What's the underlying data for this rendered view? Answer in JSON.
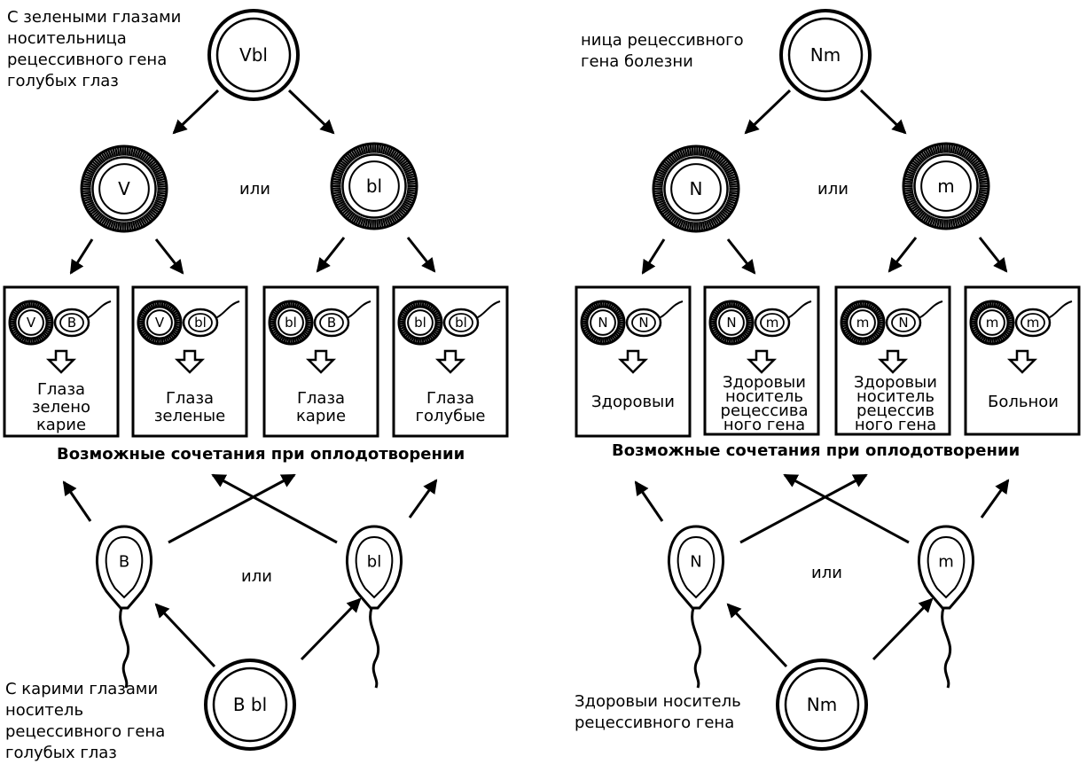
{
  "left": {
    "mother_label": "С зелеными глазами\nноситeльница\nрецессивного гена\nголубых глаз",
    "mother_genotype": "Vbl",
    "egg_a": "V",
    "egg_b": "bl",
    "or_top": "или",
    "or_bottom": "или",
    "sperm_a": "B",
    "sperm_b": "bl",
    "father_genotype": "B bl",
    "father_label": "С карими глазами\nноситель\nрецессивного гена\nголубых  глаз",
    "combinations_label": "Возможные сочетания при оплодотворении",
    "boxes": [
      {
        "egg": "V",
        "sperm": "B",
        "result": "Глаза\nзелено\nкарие"
      },
      {
        "egg": "V",
        "sperm": "bl",
        "result": "Глаза\nзеленые"
      },
      {
        "egg": "bl",
        "sperm": "B",
        "result": "Глаза\nкарие"
      },
      {
        "egg": "bl",
        "sperm": "bl",
        "result": "Глаза\nголубые"
      }
    ]
  },
  "right": {
    "mother_label": "ница рецессивного\nгена болезни",
    "mother_genotype": "Nm",
    "egg_a": "N",
    "egg_b": "m",
    "or_top": "или",
    "or_bottom": "или",
    "sperm_a": "N",
    "sperm_b": "m",
    "father_genotype": "Nm",
    "father_label": "Здоровыи носитель\nрецессивного гена",
    "combinations_label": "Возможные сочетания при оплодотворении",
    "boxes": [
      {
        "egg": "N",
        "sperm": "N",
        "result": "Здоровыи"
      },
      {
        "egg": "N",
        "sperm": "m",
        "result": "Здоровыи\nноситель\nрецессива\nного гена"
      },
      {
        "egg": "m",
        "sperm": "N",
        "result": "Здоровыи\nноситель\nрецессив\nного гена"
      },
      {
        "egg": "m",
        "sperm": "m",
        "result": "Больнои"
      }
    ]
  }
}
